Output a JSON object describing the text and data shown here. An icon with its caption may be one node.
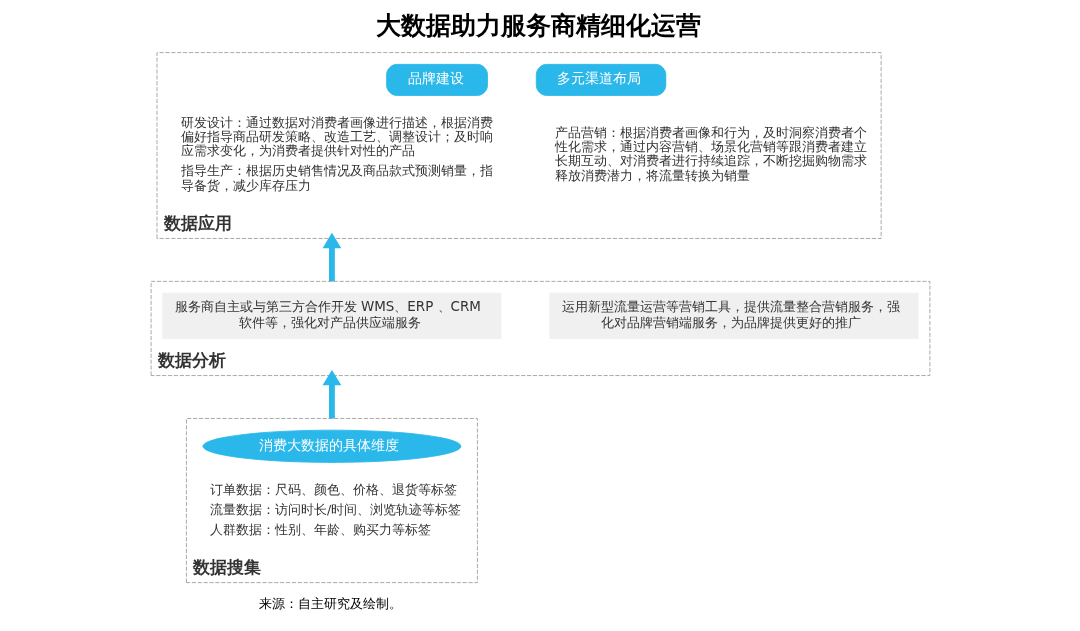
{
  "diagram": {
    "title": "大数据助力服务商精细化运营",
    "caption": "来源：自主研究及绘制。",
    "nodes": [
      {
        "text": [
          "数据应用"
        ]
      },
      {
        "text": [
          "品牌建设"
        ],
        "in": 0,
        "beside": [
          "研发设计：通过数据对消费者画像进行描述，根据消费偏好指导商品研发策略、改造工艺、调整设计；及时响应需求变化，为消费者提供针对性的产品",
          "指导生产：根据历史销售情况及商品款式预测销量，指导备货，减少库存压力"
        ]
      },
      {
        "text": [
          "多元渠道布局"
        ],
        "in": 0,
        "beside": [
          "产品营销：根据消费者画像和行为，及时洞察消费者个性化需求，通过内容营销、场景化营销等跟消费者建立长期互动、对消费者进行持续追踪，不断挖掘购物需求释放消费潜力，将流量转换为销量"
        ]
      },
      {
        "text": [
          "数据分析"
        ]
      },
      {
        "text": [
          "服务商自主或与第三方合作开发 WMS、ERP 、CRM 软件等，强化对产品供应端服务"
        ],
        "in": 3
      },
      {
        "text": [
          "运用新型流量运营等营销工具，提供流量整合营销服务，强化对品牌营销端服务，为品牌提供更好的推广"
        ],
        "in": 3
      },
      {
        "text": [
          "数据搜集"
        ]
      },
      {
        "text": [
          "消费大数据的具体维度"
        ],
        "in": 6,
        "beside": [
          "订单数据：尺码、颜色、价格、退货等标签",
          "流量数据：访问时长/时间、浏览轨迹等标签",
          "人群数据：性别、年龄、购买力等标签"
        ]
      }
    ],
    "edges": [
      {
        "from": 6,
        "to": 3,
        "arrow": "to"
      },
      {
        "from": 3,
        "to": 0,
        "arrow": "to"
      }
    ]
  }
}
